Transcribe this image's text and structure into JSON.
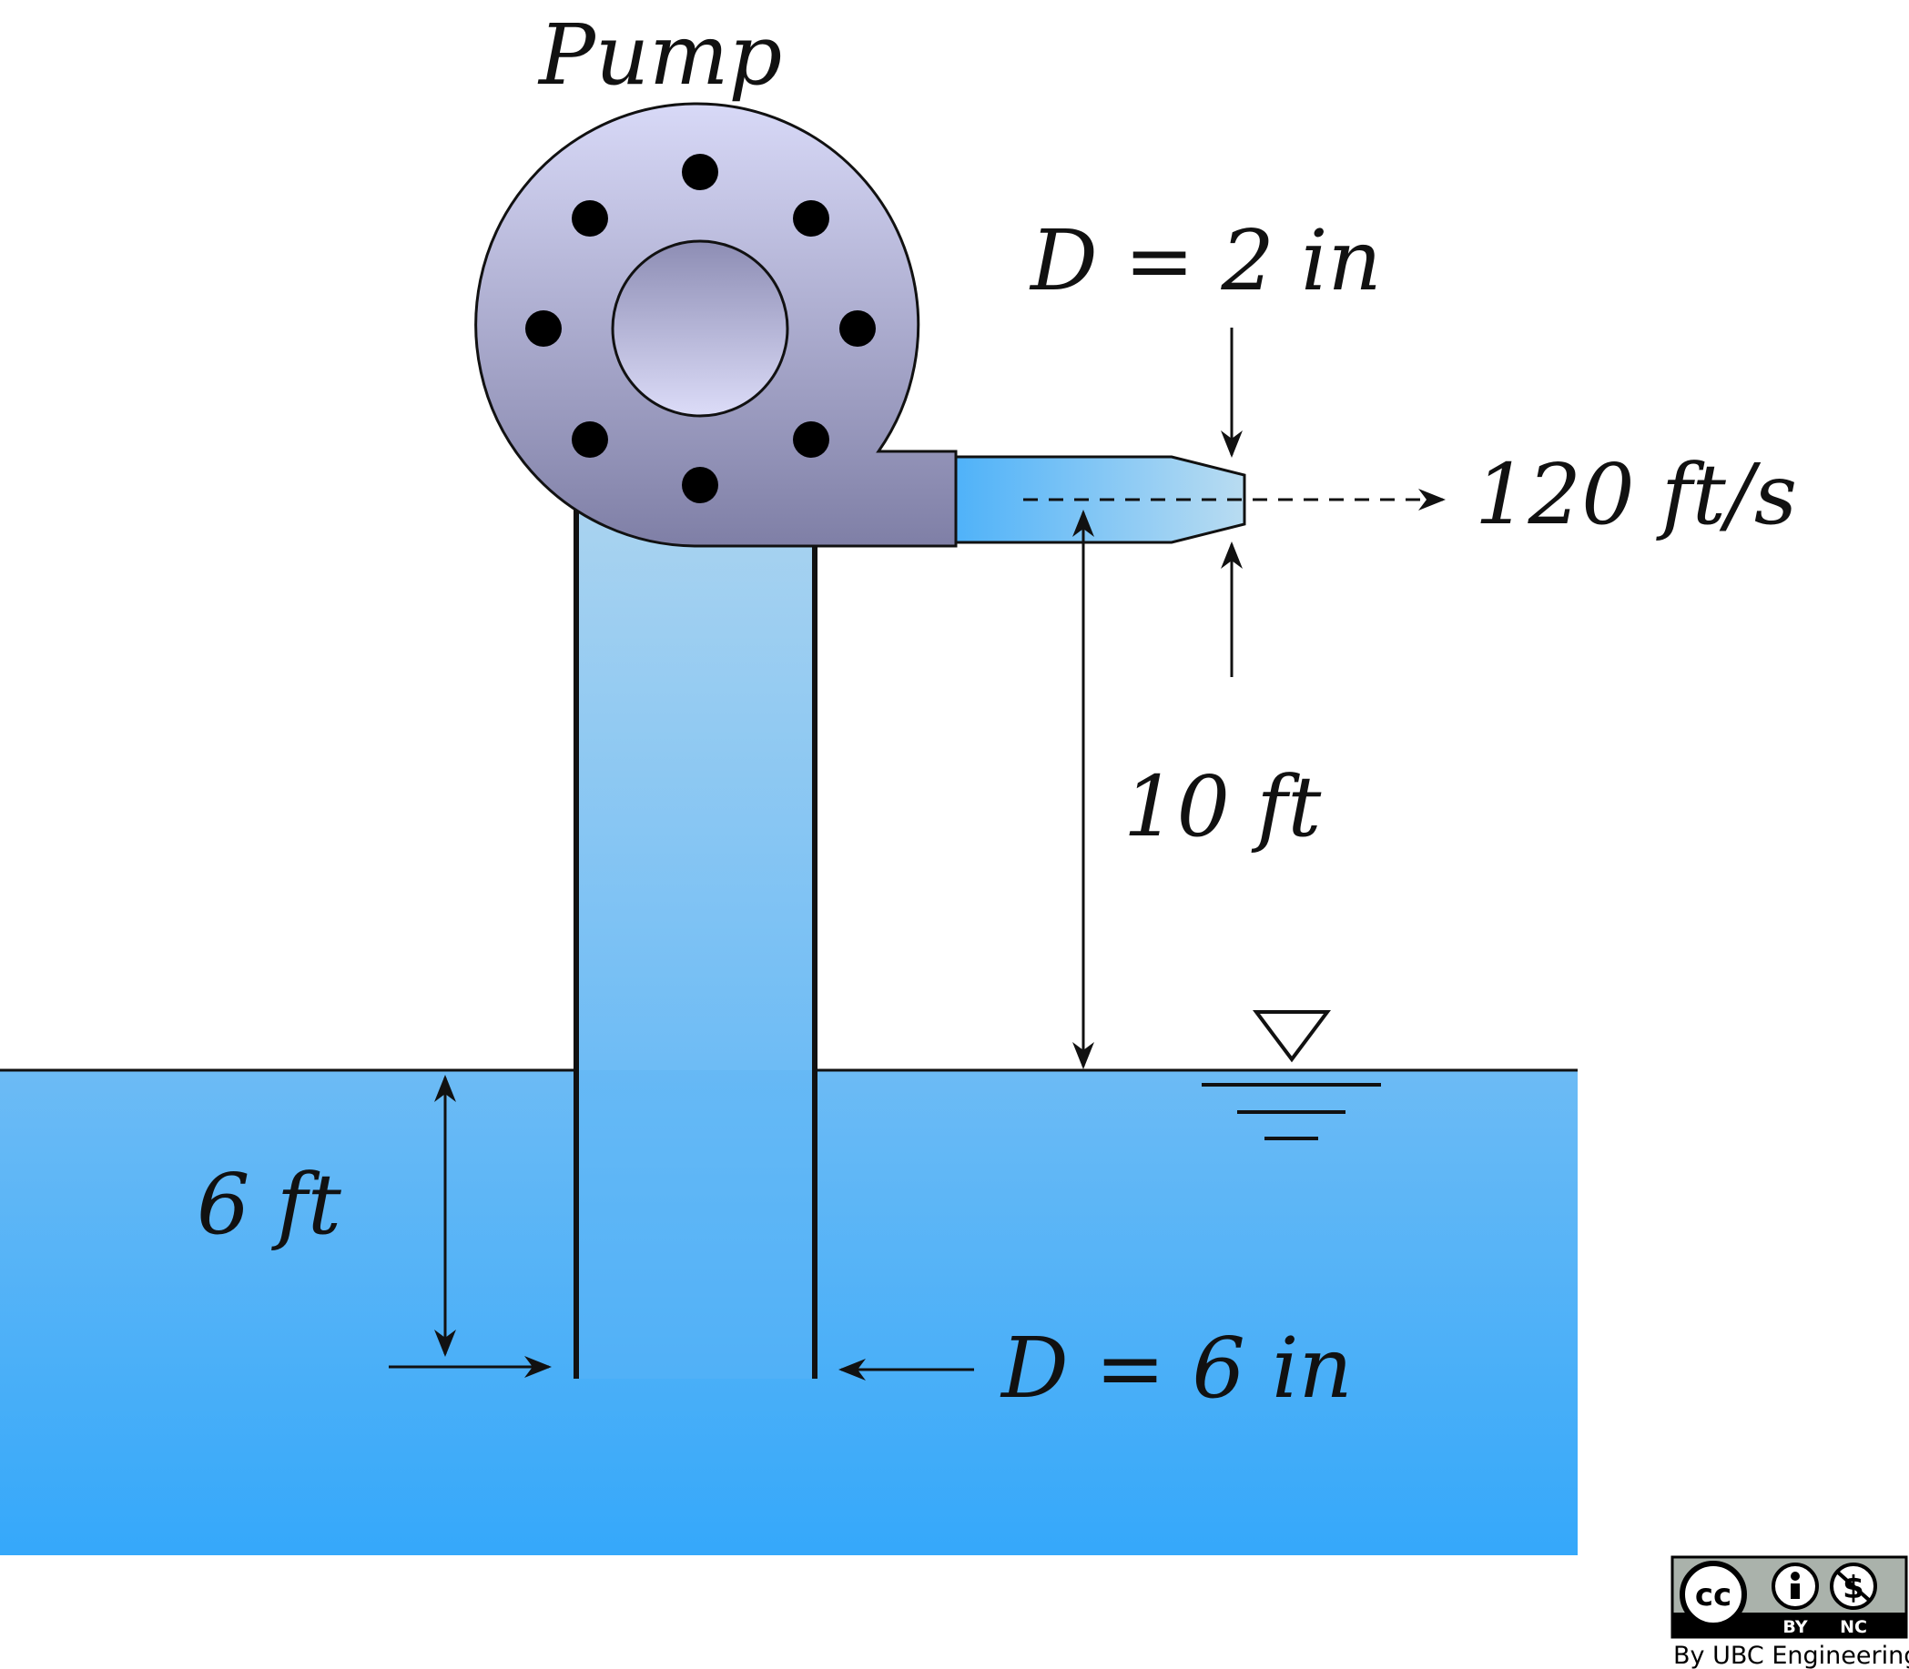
{
  "labels": {
    "pump": "Pump",
    "nozzle_diameter": "D = 2 in",
    "jet_velocity": "120 ft/s",
    "elevation": "10 ft",
    "submergence": "6 ft",
    "pipe_diameter": "D = 6 in"
  },
  "license": {
    "cc": "cc",
    "by": "BY",
    "nc": "NC",
    "credit": "By UBC Engineering"
  },
  "colors": {
    "water_top": "#6cbbf5",
    "water_bottom": "#35a8fa",
    "pipe_top": "#a9d3f0",
    "pipe_bottom": "#4daff8",
    "pump_top": "#d8d9f7",
    "pump_bottom": "#7f7fa6",
    "nozzle_left": "#4fb2f9",
    "nozzle_right": "#b9dcf1",
    "ink": "#111111"
  }
}
